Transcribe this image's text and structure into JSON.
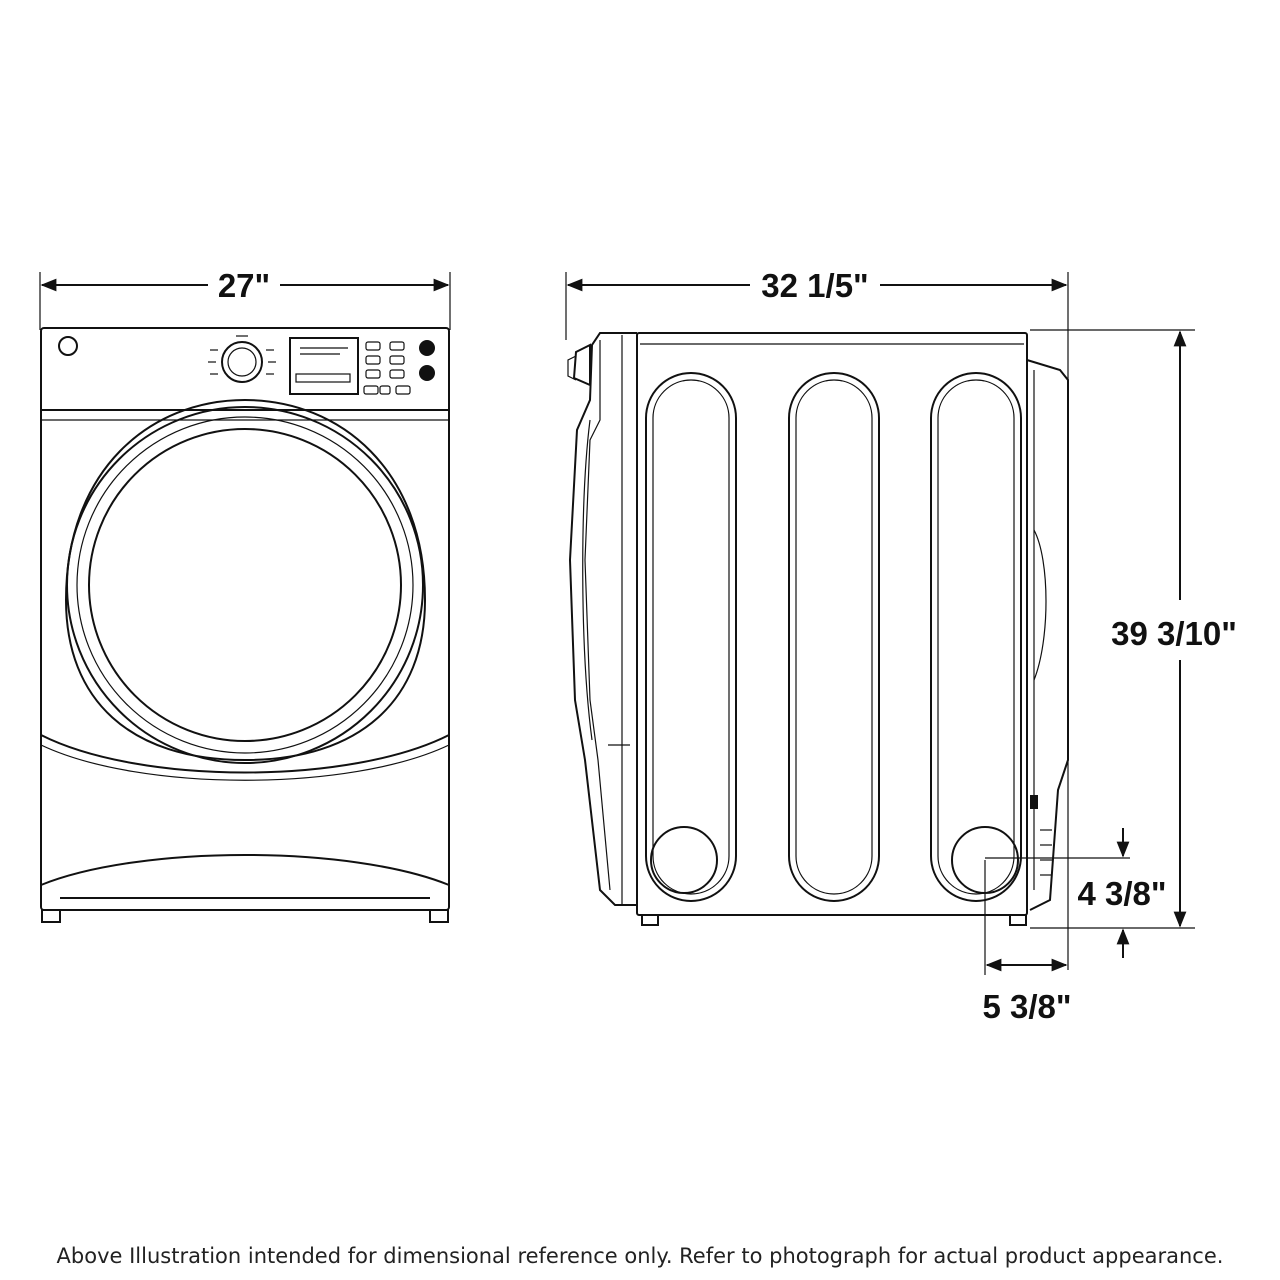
{
  "dimensions": {
    "front_width": "27\"",
    "side_depth": "32 1/5\"",
    "height": "39 3/10\"",
    "vent_height": "4 3/8\"",
    "vent_offset": "5 3/8\""
  },
  "caption": "Above Illustration intended for dimensional reference only. Refer to photograph for actual product appearance."
}
